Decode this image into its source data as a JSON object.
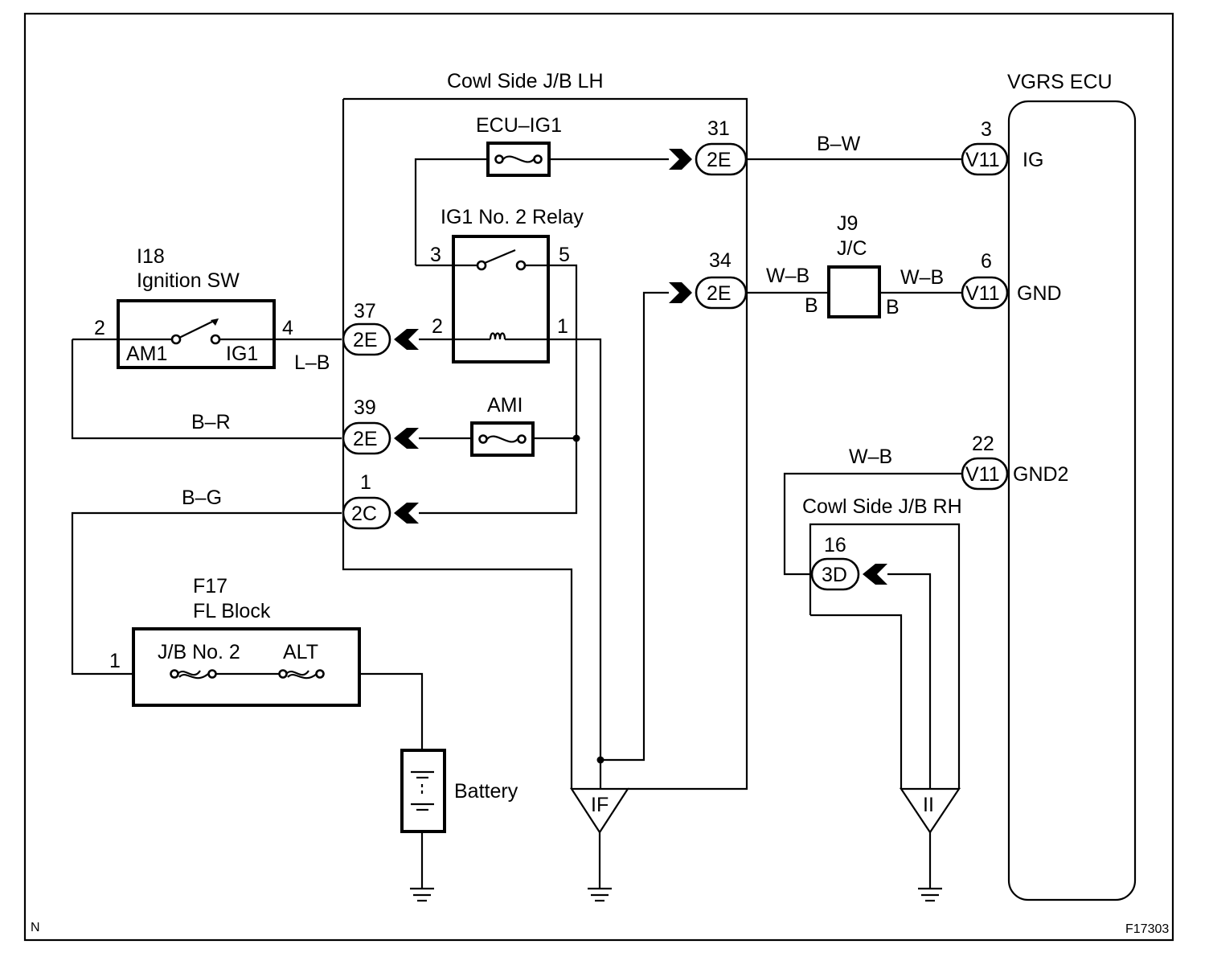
{
  "labels": {
    "cowl_lh": "Cowl Side J/B LH",
    "cowl_rh": "Cowl Side J/B RH",
    "vgrs_ecu": "VGRS ECU",
    "ecu_ig1": "ECU–IG1",
    "ig1_relay": "IG1 No. 2 Relay",
    "ign_code": "I18",
    "ign_name": "Ignition SW",
    "am1": "AM1",
    "ig1": "IG1",
    "ami": "AMI",
    "fl_code": "F17",
    "fl_name": "FL Block",
    "jb2": "J/B No. 2",
    "alt": "ALT",
    "battery": "Battery",
    "j9_code": "J9",
    "j9_name": "J/C",
    "j9_left_b": "B",
    "j9_right_b": "B",
    "ecu_ig": "IG",
    "ecu_gnd": "GND",
    "ecu_gnd2": "GND2",
    "ground_if": "IF",
    "ground_ii": "II",
    "corner_n": "N",
    "fig_id": "F17303"
  },
  "pins": {
    "ign_2": "2",
    "ign_4": "4",
    "relay_3": "3",
    "relay_5": "5",
    "relay_2": "2",
    "relay_1": "1",
    "c37": "37",
    "c39": "39",
    "c1": "1",
    "c31": "31",
    "c34": "34",
    "c16": "16",
    "fl_1": "1",
    "ecu_3": "3",
    "ecu_6": "6",
    "ecu_22": "22"
  },
  "connectors": {
    "c37": "2E",
    "c39": "2E",
    "c1": "2C",
    "c31": "2E",
    "c34": "2E",
    "c16": "3D",
    "ecu_ig": "V11",
    "ecu_gnd": "V11",
    "ecu_gnd2": "V11"
  },
  "wires": {
    "lb": "L–B",
    "br": "B–R",
    "bg": "B–G",
    "bw": "B–W",
    "wb_1": "W–B",
    "wb_2": "W–B",
    "wb_3": "W–B"
  }
}
